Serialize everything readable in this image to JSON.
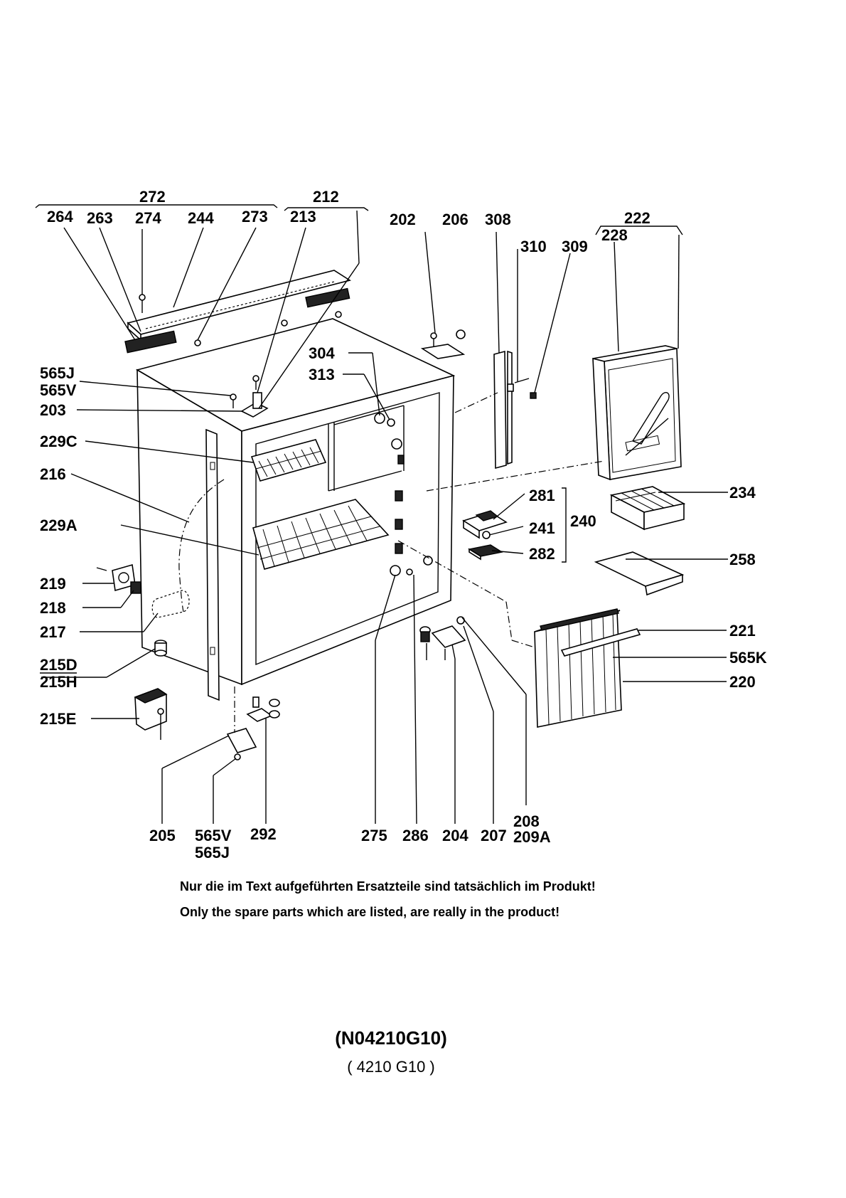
{
  "labels": {
    "l272": "272",
    "l212": "212",
    "l264": "264",
    "l263": "263",
    "l274": "274",
    "l244": "244",
    "l273": "273",
    "l213": "213",
    "l202": "202",
    "l206": "206",
    "l308": "308",
    "l222": "222",
    "l228": "228",
    "l310": "310",
    "l309": "309",
    "l304": "304",
    "l313": "313",
    "l565J_a": "565J",
    "l565V_a": "565V",
    "l203": "203",
    "l229C": "229C",
    "l216": "216",
    "l229A": "229A",
    "l281": "281",
    "l241": "241",
    "l240": "240",
    "l282": "282",
    "l234": "234",
    "l258": "258",
    "l219": "219",
    "l218": "218",
    "l217": "217",
    "l215D": "215D",
    "l215H": "215H",
    "l215E": "215E",
    "l221": "221",
    "l565K": "565K",
    "l220": "220",
    "l205": "205",
    "l565V_b": "565V",
    "l565J_b": "565J",
    "l292": "292",
    "l275": "275",
    "l286": "286",
    "l204": "204",
    "l207": "207",
    "l208": "208",
    "l209A": "209A"
  },
  "notes": {
    "de": "Nur die im Text aufgeführten Ersatzteile sind tatsächlich im Produkt!",
    "en": "Only the spare parts which are listed, are really in the product!"
  },
  "model": {
    "code": "(N04210G10)",
    "sub": "( 4210  G10 )"
  }
}
